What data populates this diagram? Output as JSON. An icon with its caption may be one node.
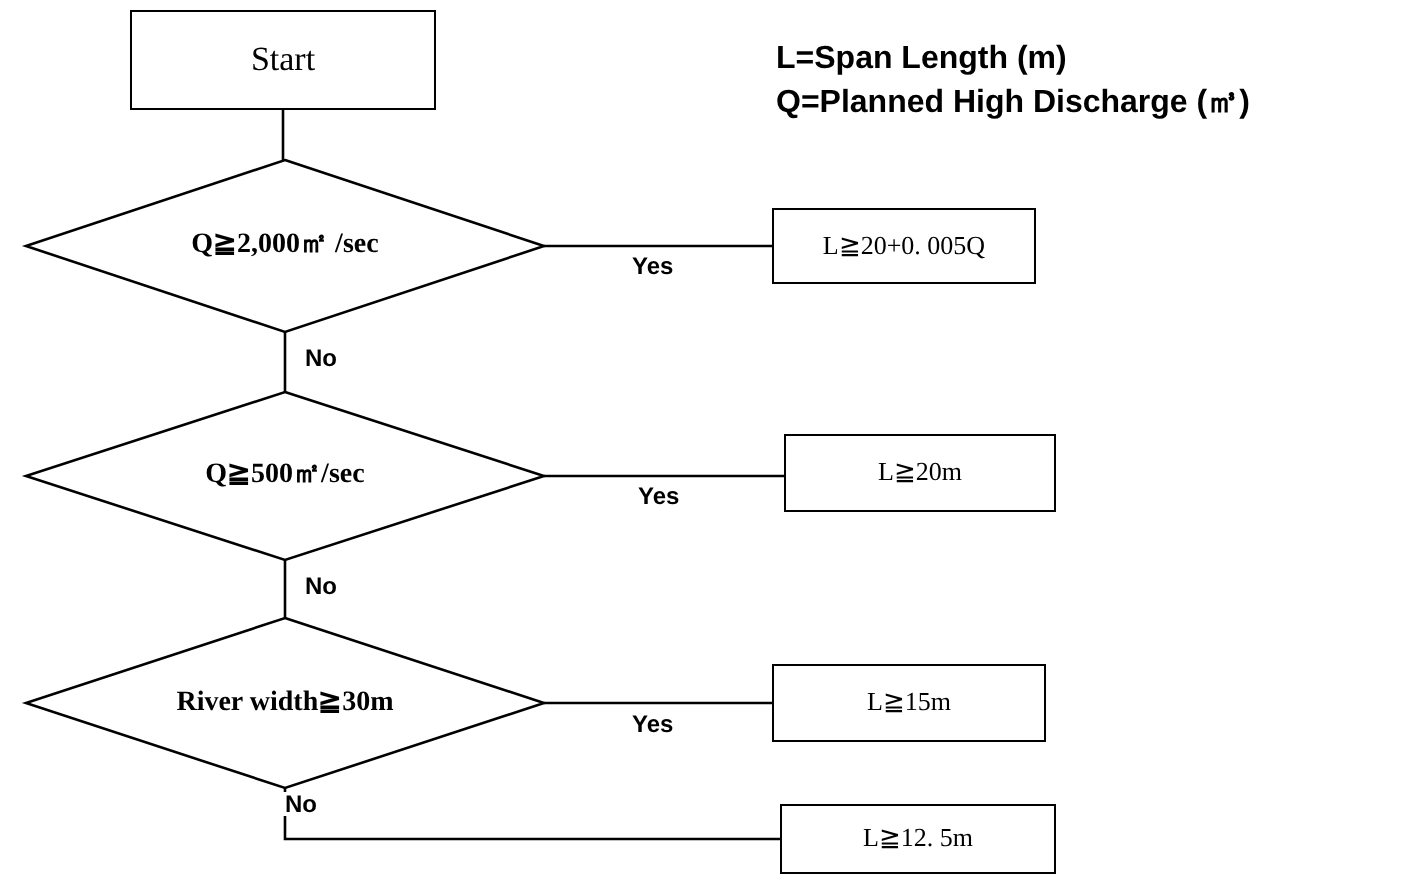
{
  "diagram": {
    "nodes": [
      {
        "text": [
          "Start"
        ]
      },
      {
        "text": [
          "Q≧2,000㎡ /sec"
        ]
      },
      {
        "text": [
          "L≧20+0. 005Q"
        ]
      },
      {
        "text": [
          "Q≧500㎡/sec"
        ]
      },
      {
        "text": [
          "L≧20m"
        ]
      },
      {
        "text": [
          "River width≧30m"
        ]
      },
      {
        "text": [
          "L≧15m"
        ]
      },
      {
        "text": [
          "L≧12. 5m"
        ]
      }
    ],
    "edges": [
      {
        "from": 0,
        "to": 1,
        "arrow": "none"
      },
      {
        "from": 1,
        "to": 2,
        "arrow": "none",
        "label": "Yes"
      },
      {
        "from": 1,
        "to": 3,
        "arrow": "none",
        "label": "No"
      },
      {
        "from": 3,
        "to": 4,
        "arrow": "none",
        "label": "Yes"
      },
      {
        "from": 3,
        "to": 5,
        "arrow": "none",
        "label": "No"
      },
      {
        "from": 5,
        "to": 6,
        "arrow": "none",
        "label": "Yes"
      },
      {
        "from": 5,
        "to": 7,
        "arrow": "none",
        "label": "No"
      }
    ],
    "labels": [
      "L=Span Length (m)",
      "Q=Planned High Discharge (㎥)"
    ]
  }
}
